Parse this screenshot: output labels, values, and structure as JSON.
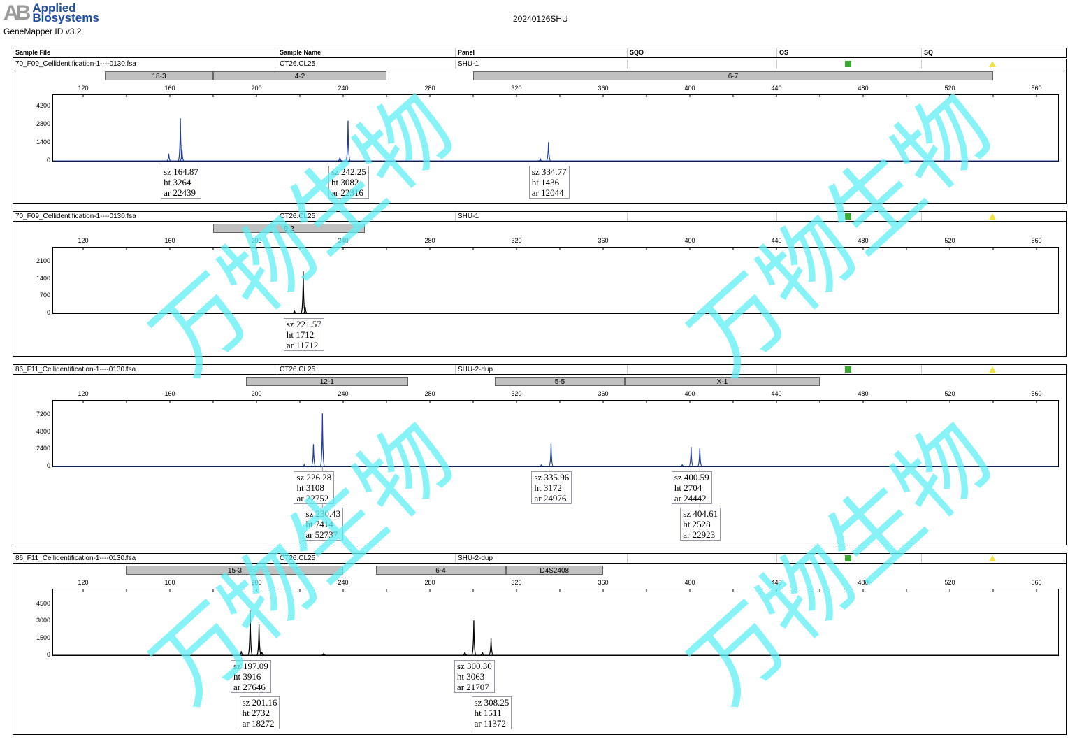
{
  "header": {
    "logo_line1": "Applied",
    "logo_line2": "Biosystems",
    "logo_mark": "AB",
    "software": "GeneMapper ID v3.2",
    "report_title": "20240126SHU"
  },
  "columns": [
    "Sample File",
    "Sample Name",
    "Panel",
    "SQO",
    "OS",
    "SQ"
  ],
  "watermark": "万物生物",
  "colors": {
    "blue_trace": "#1f3f9a",
    "black_trace": "#000000",
    "os_ok": "#3aaa35",
    "sq_warn": "#f0e040",
    "bin": "#c0c0c0",
    "watermark": "#5ff0f5"
  },
  "chart_data": [
    {
      "type": "line",
      "sample_file": "70_F09_Cellidentification-1----0130.fsa",
      "sample_name": "CT26.CL25",
      "panel": "SHU-1",
      "color": "blue",
      "xlim": [
        106,
        572
      ],
      "xticks": [
        120,
        160,
        200,
        240,
        280,
        320,
        360,
        400,
        440,
        480,
        520,
        560
      ],
      "ylim": [
        0,
        5100
      ],
      "yticks": [
        0,
        1400,
        2800,
        4200
      ],
      "bins": [
        {
          "name": "18-3",
          "range": [
            130,
            180
          ]
        },
        {
          "name": "4-2",
          "range": [
            180,
            260
          ]
        },
        {
          "name": "6-7",
          "range": [
            300,
            540
          ]
        }
      ],
      "peaks": [
        {
          "x": 159.5,
          "y": 550
        },
        {
          "x": 164.87,
          "y": 3264,
          "label": [
            "sz 164.87",
            "ht 3264",
            "ar 22439"
          ]
        },
        {
          "x": 165.6,
          "y": 900
        },
        {
          "x": 238.5,
          "y": 250
        },
        {
          "x": 242.25,
          "y": 3082,
          "label": [
            "sz 242.25",
            "ht 3082",
            "ar 22316"
          ]
        },
        {
          "x": 331,
          "y": 120
        },
        {
          "x": 334.77,
          "y": 1436,
          "label": [
            "sz 334.77",
            "ht 1436",
            "ar 12044"
          ]
        }
      ]
    },
    {
      "type": "line",
      "sample_file": "70_F09_Cellidentification-1----0130.fsa",
      "sample_name": "CT26.CL25",
      "panel": "SHU-1",
      "color": "black",
      "xlim": [
        106,
        572
      ],
      "xticks": [
        120,
        160,
        200,
        240,
        280,
        320,
        360,
        400,
        440,
        480,
        520,
        560
      ],
      "ylim": [
        0,
        2700
      ],
      "yticks": [
        0,
        700,
        1400,
        2100
      ],
      "bins": [
        {
          "name": "9-2",
          "range": [
            180,
            250
          ]
        }
      ],
      "peaks": [
        {
          "x": 217.5,
          "y": 100
        },
        {
          "x": 221.57,
          "y": 1712,
          "label": [
            "sz 221.57",
            "ht 1712",
            "ar 11712"
          ]
        },
        {
          "x": 222.5,
          "y": 250
        }
      ]
    },
    {
      "type": "line",
      "sample_file": "86_F11_Cellidentification-1----0130.fsa",
      "sample_name": "CT26.CL25",
      "panel": "SHU-2-dup",
      "color": "blue",
      "xlim": [
        106,
        572
      ],
      "xticks": [
        120,
        160,
        200,
        240,
        280,
        320,
        360,
        400,
        440,
        480,
        520,
        560
      ],
      "ylim": [
        0,
        9300
      ],
      "yticks": [
        0,
        2400,
        4800,
        7200
      ],
      "bins": [
        {
          "name": "12-1",
          "range": [
            195,
            270
          ]
        },
        {
          "name": "5-5",
          "range": [
            310,
            370
          ]
        },
        {
          "name": "X-1",
          "range": [
            370,
            460
          ]
        }
      ],
      "peaks": [
        {
          "x": 222,
          "y": 200
        },
        {
          "x": 226.28,
          "y": 3108,
          "label": [
            "sz 226.28",
            "ht 3108",
            "ar 22752"
          ]
        },
        {
          "x": 230.43,
          "y": 7414,
          "label": [
            "sz 230.43",
            "ht 7414",
            "ar 52737"
          ],
          "row": 2
        },
        {
          "x": 331.5,
          "y": 250
        },
        {
          "x": 335.96,
          "y": 3172,
          "label": [
            "sz 335.96",
            "ht 3172",
            "ar 24976"
          ]
        },
        {
          "x": 396.5,
          "y": 250
        },
        {
          "x": 400.59,
          "y": 2704,
          "label": [
            "sz 400.59",
            "ht 2704",
            "ar 24442"
          ]
        },
        {
          "x": 404.61,
          "y": 2528,
          "label": [
            "sz 404.61",
            "ht 2528",
            "ar 22923"
          ],
          "row": 2
        }
      ]
    },
    {
      "type": "line",
      "sample_file": "86_F11_Cellidentification-1----0130.fsa",
      "sample_name": "CT26.CL25",
      "panel": "SHU-2-dup",
      "color": "black",
      "xlim": [
        106,
        572
      ],
      "xticks": [
        120,
        160,
        200,
        240,
        280,
        320,
        360,
        400,
        440,
        480,
        520,
        560
      ],
      "ylim": [
        0,
        5850
      ],
      "yticks": [
        0,
        1500,
        3000,
        4500
      ],
      "bins": [
        {
          "name": "15-3",
          "range": [
            140,
            240
          ]
        },
        {
          "name": "6-4",
          "range": [
            255,
            315
          ]
        },
        {
          "name": "D4S2408",
          "range": [
            315,
            360
          ]
        }
      ],
      "peaks": [
        {
          "x": 193,
          "y": 350
        },
        {
          "x": 197.09,
          "y": 3916,
          "label": [
            "sz 197.09",
            "ht 3916",
            "ar 27646"
          ]
        },
        {
          "x": 201.16,
          "y": 2732,
          "label": [
            "sz 201.16",
            "ht 2732",
            "ar 18272"
          ],
          "row": 2
        },
        {
          "x": 202.5,
          "y": 300
        },
        {
          "x": 231,
          "y": 120
        },
        {
          "x": 296.2,
          "y": 300
        },
        {
          "x": 300.3,
          "y": 3063,
          "label": [
            "sz 300.30",
            "ht 3063",
            "ar 21707"
          ]
        },
        {
          "x": 304.3,
          "y": 250
        },
        {
          "x": 308.25,
          "y": 1511,
          "label": [
            "sz 308.25",
            "ht 1511",
            "ar 11372"
          ],
          "row": 2
        }
      ]
    }
  ]
}
